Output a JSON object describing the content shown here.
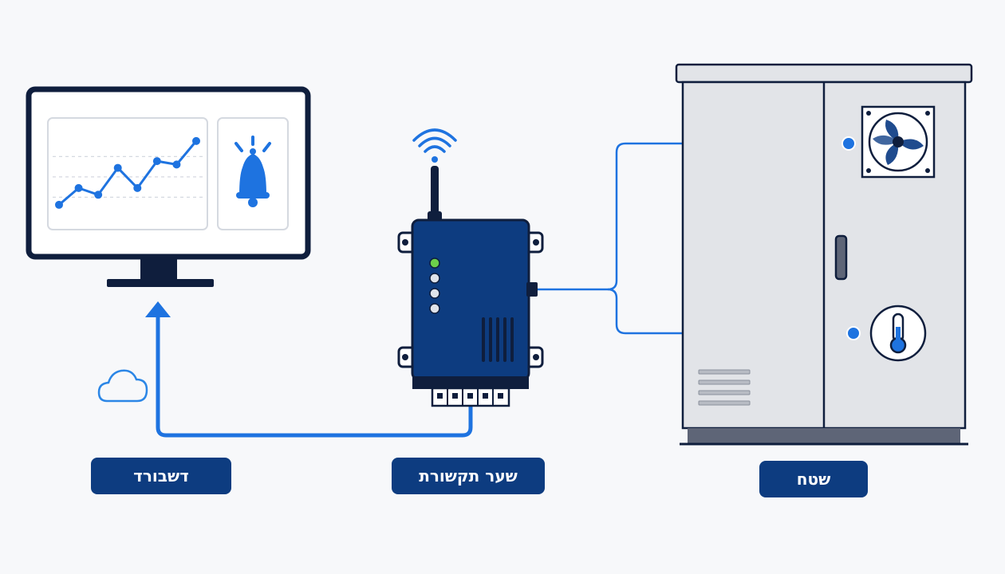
{
  "labels": {
    "dashboard": "דשבורד",
    "gateway": "שער תקשורת",
    "field": "שטח"
  },
  "chart_data": {
    "type": "line",
    "x": [
      1,
      2,
      3,
      4,
      5,
      6,
      7,
      8
    ],
    "values": [
      2.5,
      5,
      4,
      8,
      5,
      9,
      8.5,
      12
    ],
    "ylim": [
      0,
      14
    ],
    "grid": true
  },
  "colors": {
    "navy": "#0d3c80",
    "dark_outline": "#0f1e3d",
    "accent_blue": "#1e73e0",
    "light_blue": "#2b86e6",
    "cabinet_gray": "#e2e4e8",
    "led_green": "#6ccf4a"
  },
  "icons": [
    "bell-icon",
    "cloud-icon",
    "wifi-icon",
    "fan-icon",
    "thermometer-icon"
  ]
}
